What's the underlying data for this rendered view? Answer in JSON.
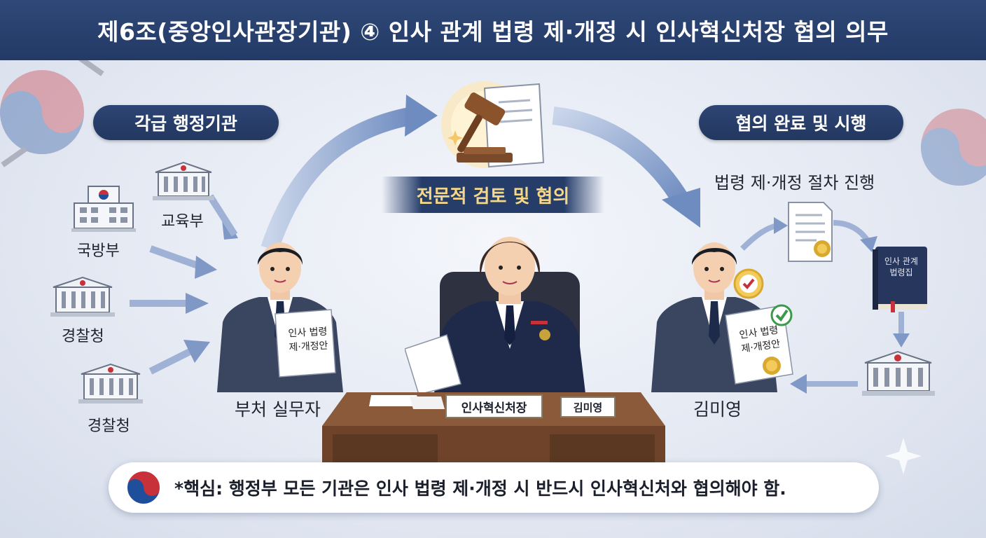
{
  "header": {
    "title": "제6조(중앙인사관장기관) ④ 인사 관계 법령 제·개정 시 인사혁신처장 협의 의무"
  },
  "left": {
    "section_label": "각급 행정기관",
    "agencies": [
      "교육부",
      "국방부",
      "경찰청",
      "경찰청"
    ],
    "official_label": "부처 실무자",
    "document_text_line1": "인사 법령",
    "document_text_line2": "제·개정안"
  },
  "center": {
    "banner": "전문적 검토 및 협의",
    "nameplate_title": "인사혁신처장",
    "nameplate_name": "김미영"
  },
  "right": {
    "section_label": "협의 완료 및 시행",
    "process_label": "법령 제·개정 절차 진행",
    "official_label": "김미영",
    "document_text_line1": "인사 법령",
    "document_text_line2": "제·개정안",
    "book_line1": "인사 관계",
    "book_line2": "법령집"
  },
  "footer": {
    "text": "*핵심: 행정부 모든 기관은 인사 법령 제·개정 시 반드시 인사혁신처와 협의해야 함."
  },
  "colors": {
    "navy": "#263d6a",
    "gold": "#f5d789",
    "red": "#c8303a",
    "blue": "#1f4e9a"
  }
}
